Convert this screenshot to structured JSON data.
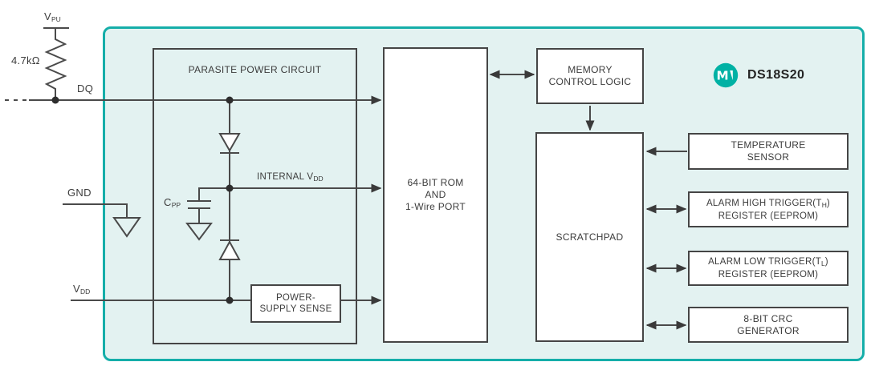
{
  "colors": {
    "accent_teal": "#15aea9",
    "chip_fill": "#e3f2f1",
    "line": "#454545",
    "text": "#3c3c3c",
    "logo_teal": "#00b1a4"
  },
  "chip": {
    "name": "DS18S20"
  },
  "pins": {
    "vpu_main": "V",
    "vpu_sub": "PU",
    "resistor_value": "4.7kΩ",
    "dq": "DQ",
    "gnd": "GND",
    "vdd_main": "V",
    "vdd_sub": "DD"
  },
  "parasite": {
    "title": "PARASITE POWER CIRCUIT",
    "cpp_main": "C",
    "cpp_sub": "PP",
    "internal_vdd_main": "INTERNAL V",
    "internal_vdd_sub": "DD",
    "pss_line1": "POWER-",
    "pss_line2": "SUPPLY SENSE"
  },
  "blocks": {
    "rom_line1": "64-BIT ROM",
    "rom_line2": "AND",
    "rom_line3": "1-Wire PORT",
    "mcl_line1": "MEMORY",
    "mcl_line2": "CONTROL LOGIC",
    "scratchpad": "SCRATCHPAD",
    "temp_line1": "TEMPERATURE",
    "temp_line2": "SENSOR",
    "ah_line1_pre": "ALARM HIGH TRIGGER(T",
    "ah_line1_sub": "H",
    "ah_line1_post": ")",
    "ah_line2": "REGISTER (EEPROM)",
    "al_line1_pre": "ALARM LOW TRIGGER(T",
    "al_line1_sub": "L",
    "al_line1_post": ")",
    "al_line2": "REGISTER (EEPROM)",
    "crc_line1": "8-BIT CRC",
    "crc_line2": "GENERATOR"
  }
}
